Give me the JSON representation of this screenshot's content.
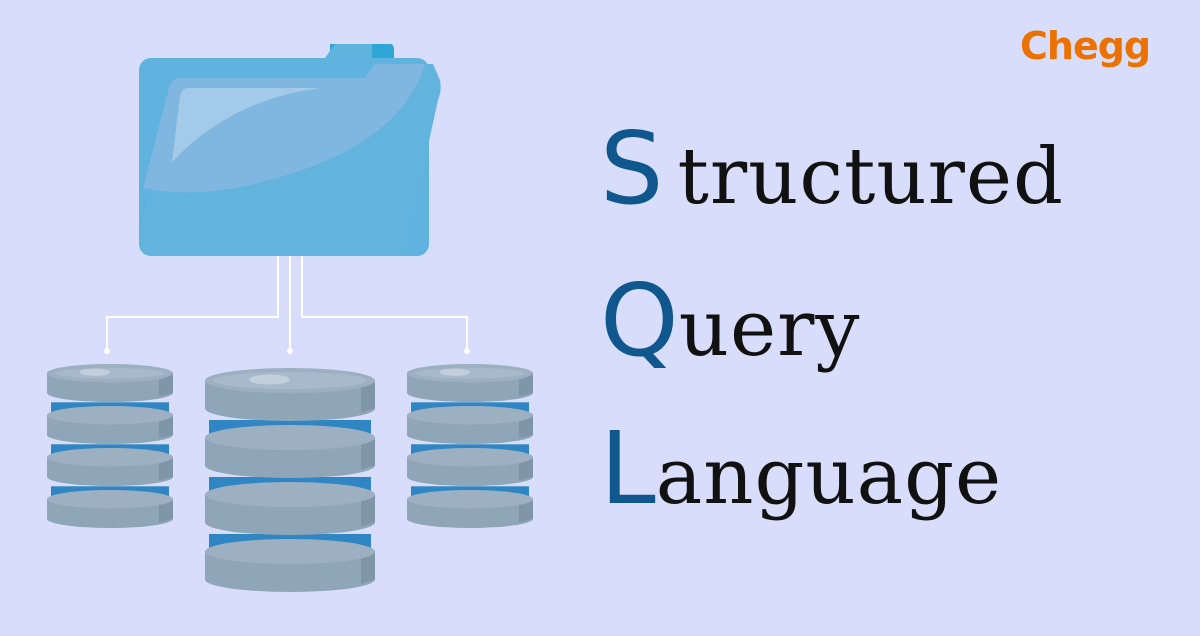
{
  "brand": {
    "logo_text": "Chegg",
    "color": "#eb7100"
  },
  "title": {
    "lines": [
      {
        "initial": "S",
        "rest": "tructured"
      },
      {
        "initial": "Q",
        "rest": "uery"
      },
      {
        "initial": "L",
        "rest": "anguage"
      }
    ],
    "initial_color": "#0f578c"
  },
  "illustration": {
    "folder_icon": "folder-icon",
    "database_icons": [
      "database-icon",
      "database-icon",
      "database-icon"
    ]
  }
}
